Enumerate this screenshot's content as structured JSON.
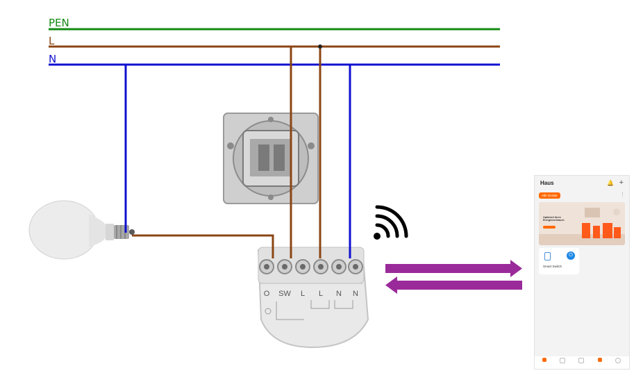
{
  "wires": [
    {
      "label": "PEN",
      "color": "#138a13"
    },
    {
      "label": "L",
      "color": "#8b4513"
    },
    {
      "label": "N",
      "color": "#1010d0"
    }
  ],
  "colors": {
    "live": "#8b4513",
    "neutral": "#1010d0",
    "protective": "#138a13",
    "arrows": "#9a2a9a",
    "app_accent": "#ff6a00",
    "app_power": "#1e88e5"
  },
  "module": {
    "terminal_labels": [
      "O",
      "SW",
      "L",
      "L",
      "N",
      "N"
    ]
  },
  "app": {
    "home_title": "Haus",
    "bell_icon": "bell-icon",
    "plus_icon": "plus-icon",
    "chip_label": "Alle Geräte",
    "banner_text": "Optimiert Ihren Energieverbrauch",
    "device_name": "Smart Switch",
    "tabs": [
      "home",
      "smart",
      "scene",
      "mall",
      "me"
    ]
  }
}
